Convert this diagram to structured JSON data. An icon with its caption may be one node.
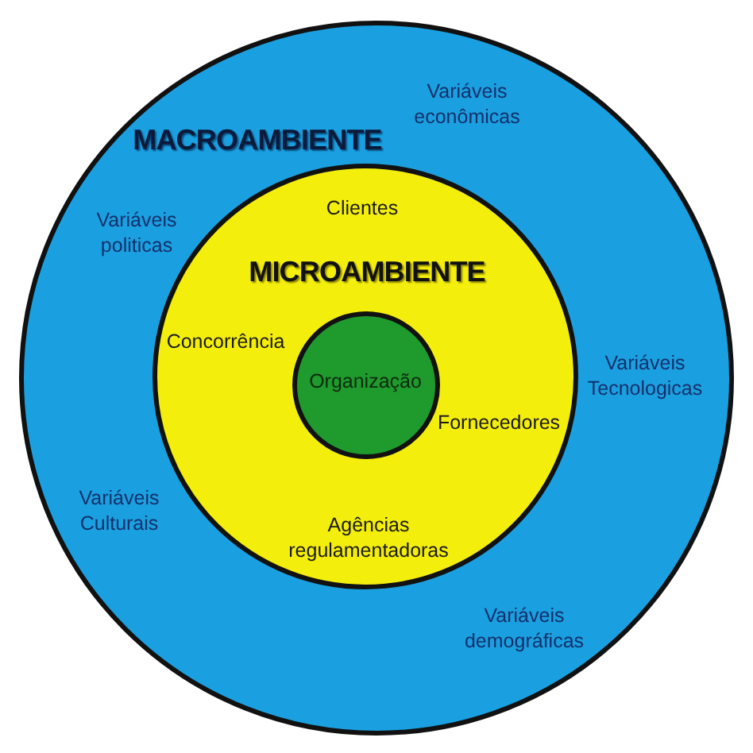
{
  "diagram": {
    "nodes": [
      {
        "text": [
          "Variáveis econômicas",
          "MACROAMBIENTE",
          "Variáveis politicas",
          "Variáveis Tecnologicas",
          "Variáveis Culturais",
          "Variáveis demográficas"
        ]
      },
      {
        "text": [
          "Clientes",
          "MICROAMBIENTE",
          "Concorrência",
          "Fornecedores",
          "Agências regulamentadoras"
        ],
        "in": 0
      },
      {
        "text": [
          "Organização"
        ],
        "in": 1
      }
    ],
    "edges": []
  }
}
